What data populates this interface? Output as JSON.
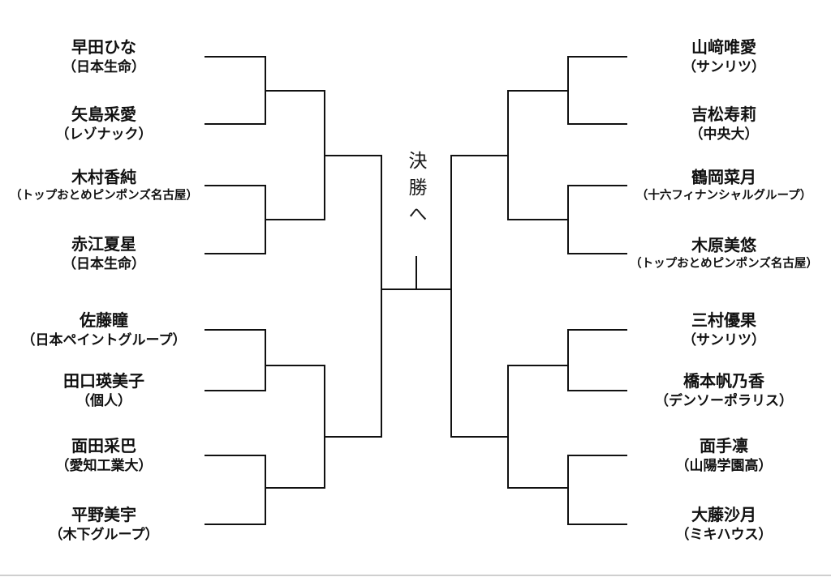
{
  "center": {
    "final_label": "決勝へ"
  },
  "bracket": {
    "left": {
      "players": [
        {
          "name": "早田ひな",
          "affiliation": "（日本生命）"
        },
        {
          "name": "矢島采愛",
          "affiliation": "（レゾナック）"
        },
        {
          "name": "木村香純",
          "affiliation": "（トップおとめピンポンズ名古屋）"
        },
        {
          "name": "赤江夏星",
          "affiliation": "（日本生命）"
        },
        {
          "name": "佐藤瞳",
          "affiliation": "（日本ペイントグループ）"
        },
        {
          "name": "田口瑛美子",
          "affiliation": "（個人）"
        },
        {
          "name": "面田采巴",
          "affiliation": "（愛知工業大）"
        },
        {
          "name": "平野美宇",
          "affiliation": "（木下グループ）"
        }
      ]
    },
    "right": {
      "players": [
        {
          "name": "山﨑唯愛",
          "affiliation": "（サンリツ）"
        },
        {
          "name": "吉松寿莉",
          "affiliation": "（中央大）"
        },
        {
          "name": "鶴岡菜月",
          "affiliation": "（十六フィナンシャルグループ）"
        },
        {
          "name": "木原美悠",
          "affiliation": "（トップおとめピンポンズ名古屋）"
        },
        {
          "name": "三村優果",
          "affiliation": "（サンリツ）"
        },
        {
          "name": "橋本帆乃香",
          "affiliation": "（デンソーポラリス）"
        },
        {
          "name": "面手凛",
          "affiliation": "（山陽学園高）"
        },
        {
          "name": "大藤沙月",
          "affiliation": "（ミキハウス）"
        }
      ]
    }
  },
  "colors": {
    "line": "#111111",
    "bottom_border": "#cfcfcf",
    "background": "#ffffff",
    "text": "#111111"
  }
}
